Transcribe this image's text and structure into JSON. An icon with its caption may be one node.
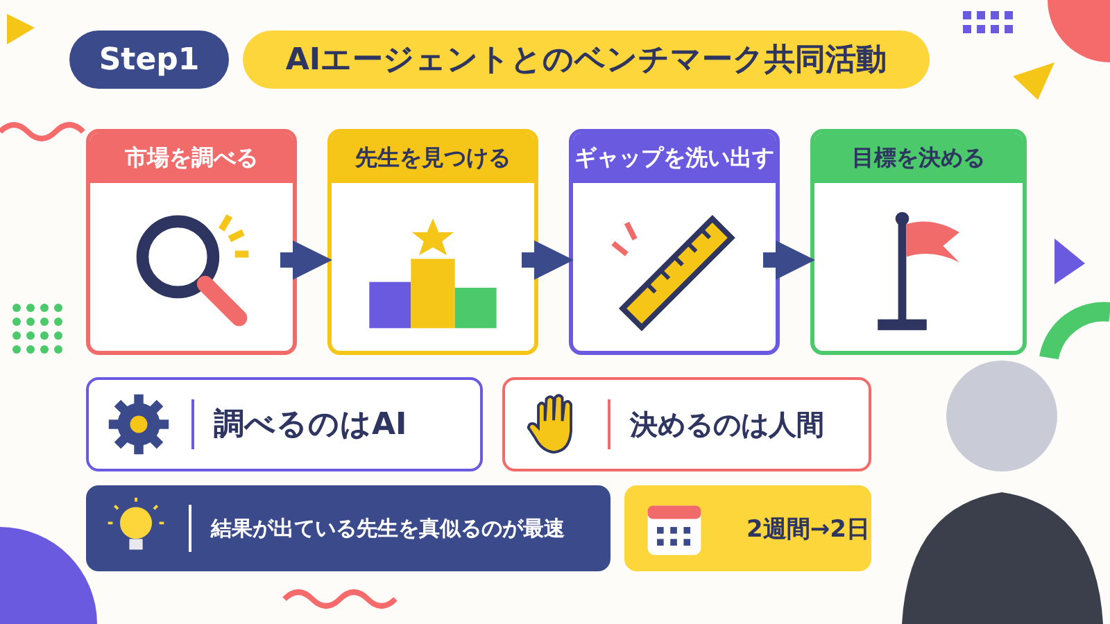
{
  "diagram": {
    "title": "AIエージェントとのベンチマーク共同活動",
    "nodes": [
      {
        "text": [
          "市場を調べる"
        ]
      },
      {
        "text": [
          "先生を見つける"
        ]
      },
      {
        "text": [
          "ギャップを洗い出す"
        ]
      },
      {
        "text": [
          "目標を決める"
        ]
      },
      {
        "text": [
          "調べるのはAI"
        ]
      },
      {
        "text": [
          "決めるのは人間"
        ]
      },
      {
        "text": [
          "結果が出ている先生を真似るのが最速"
        ]
      },
      {
        "text": [
          "2週間→2日"
        ]
      }
    ],
    "edges": [
      {
        "from": 0,
        "to": 1,
        "arrow": "to"
      },
      {
        "from": 1,
        "to": 2,
        "arrow": "to"
      },
      {
        "from": 2,
        "to": 3,
        "arrow": "to"
      }
    ],
    "labels": [
      "Step1"
    ]
  }
}
